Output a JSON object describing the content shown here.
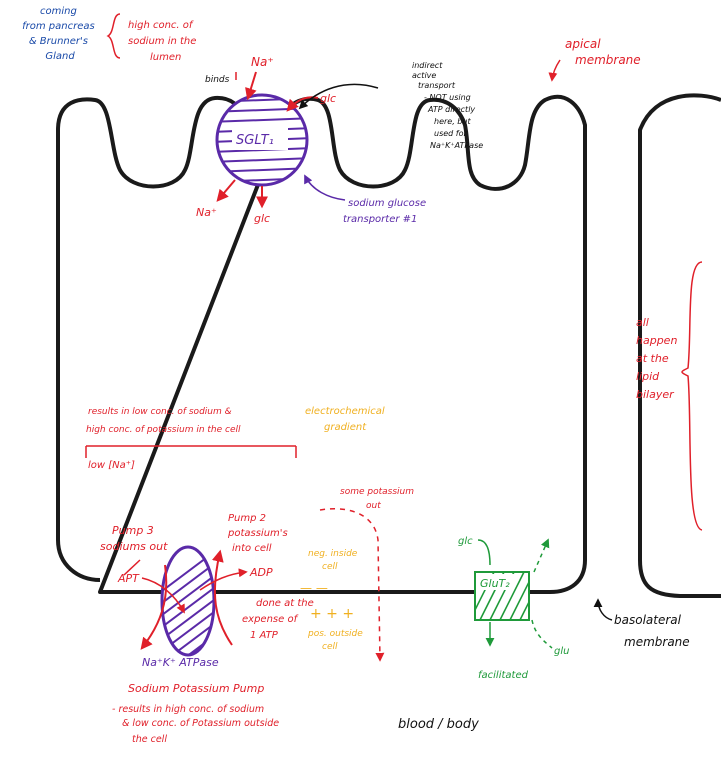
{
  "colors": {
    "membrane": "#1a1a1a",
    "red": "#e0202a",
    "purple": "#5a2aa8",
    "green": "#1f9a3a",
    "orange": "#f0b020",
    "black": "#111111"
  },
  "lumen_note": {
    "source_lines": [
      "coming",
      "from pancreas",
      "& Brunner's",
      "Gland"
    ],
    "conc_lines": [
      "high conc. of",
      "sodium in the",
      "lumen"
    ]
  },
  "apical": {
    "lines": [
      "apical",
      "membrane"
    ]
  },
  "sglt": {
    "label": "SGLT₁",
    "binds": "binds",
    "na_top": "Na⁺",
    "glc_top": "glc",
    "na_bottom": "Na⁺",
    "glc_bottom": "glc",
    "full_name": [
      "sodium glucose",
      "transporter #1"
    ],
    "indirect": [
      "indirect",
      "active",
      "transport"
    ],
    "not_atp": [
      "- NOT using",
      "ATP directly",
      "here, but",
      "used for",
      "Na⁺K⁺ATPase"
    ]
  },
  "lipid": {
    "lines": [
      "all",
      "happen",
      "at the",
      "lipid",
      "bilayer"
    ]
  },
  "results": {
    "lines": [
      "results in low conc. of sodium &",
      "high conc. of potassium in the cell"
    ],
    "low_na": "low [Na⁺]",
    "gradient": [
      "electrochemical",
      "gradient"
    ]
  },
  "pump": {
    "pump3": [
      "Pump 3",
      "sodiums out"
    ],
    "pump2": [
      "Pump 2",
      "potassium's",
      "into cell"
    ],
    "atp": "APT",
    "adp": "ADP",
    "expense": [
      "done at the",
      "expense of",
      "1 ATP"
    ],
    "name": "Na⁺K⁺ ATPase",
    "title": "Sodium Potassium Pump",
    "results": [
      "- results in high conc. of sodium",
      "& low conc. of Potassium outside",
      "the cell"
    ]
  },
  "charge": {
    "k_out": [
      "some potassium",
      "out"
    ],
    "neg": [
      "neg. inside",
      "cell"
    ],
    "neg_signs": "— —",
    "pos_signs": "+ + +",
    "pos": [
      "pos. outside",
      "cell"
    ]
  },
  "glut": {
    "label": "GluT₂",
    "glc_top": "glc",
    "glc_bottom": "glu",
    "facilitated": "facilitated"
  },
  "basolateral": {
    "lines": [
      "basolateral",
      "membrane"
    ]
  },
  "blood": "blood / body"
}
